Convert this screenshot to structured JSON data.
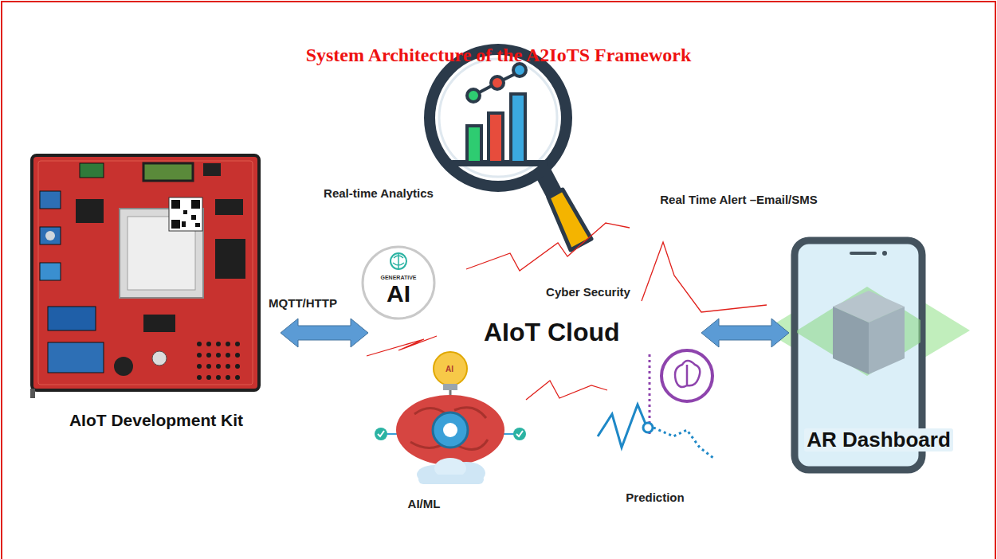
{
  "diagram": {
    "title": "System Architecture of the A2IoTS Framework",
    "nodes": [
      {
        "text": [
          "AIoT Development Kit"
        ]
      },
      {
        "text": [
          "GENERATIVE",
          "AI"
        ]
      },
      {
        "text": [
          "AIoT Cloud"
        ]
      },
      {
        "text": [
          "AR Dashboard"
        ]
      }
    ],
    "edges": [
      {
        "from": 0,
        "to": 2,
        "arrow": "both",
        "label": "MQTT/HTTP"
      },
      {
        "from": 2,
        "to": 3,
        "arrow": "both"
      }
    ],
    "labels": [
      "Real-time Analytics",
      "Real Time Alert –Email/SMS",
      "Cyber Security",
      "AI",
      "AI/ML",
      "Prediction"
    ]
  }
}
